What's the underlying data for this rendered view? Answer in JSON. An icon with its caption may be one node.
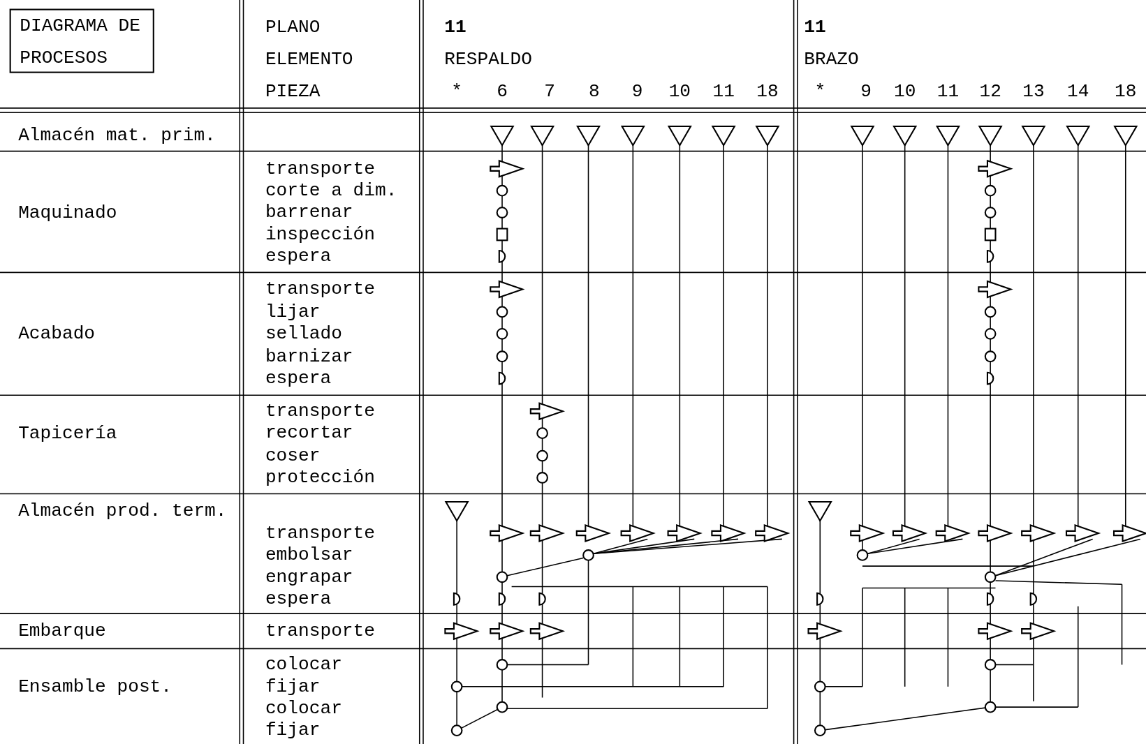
{
  "diagram": {
    "nodes": [
      {
        "text": [
          "DIAGRAMA DE PROCESOS"
        ]
      }
    ],
    "labels": [
      "PLANO",
      "ELEMENTO",
      "PIEZA",
      "11",
      "RESPALDO",
      "*",
      "6",
      "7",
      "8",
      "9",
      "10",
      "11",
      "18",
      "11",
      "BRAZO",
      "*",
      "9",
      "10",
      "11",
      "12",
      "13",
      "14",
      "18",
      "Almacén mat. prim.",
      "Maquinado",
      "transporte",
      "corte a dim.",
      "barrenar",
      "inspección",
      "espera",
      "Acabado",
      "transporte",
      "lijar",
      "sellado",
      "barnizar",
      "espera",
      "Tapicería",
      "transporte",
      "recortar",
      "coser",
      "protección",
      "Almacén prod. term.",
      "transporte",
      "embolsar",
      "engrapar",
      "espera",
      "Embarque",
      "transporte",
      "Ensamble post.",
      "colocar",
      "fijar",
      "colocar",
      "fijar"
    ]
  }
}
